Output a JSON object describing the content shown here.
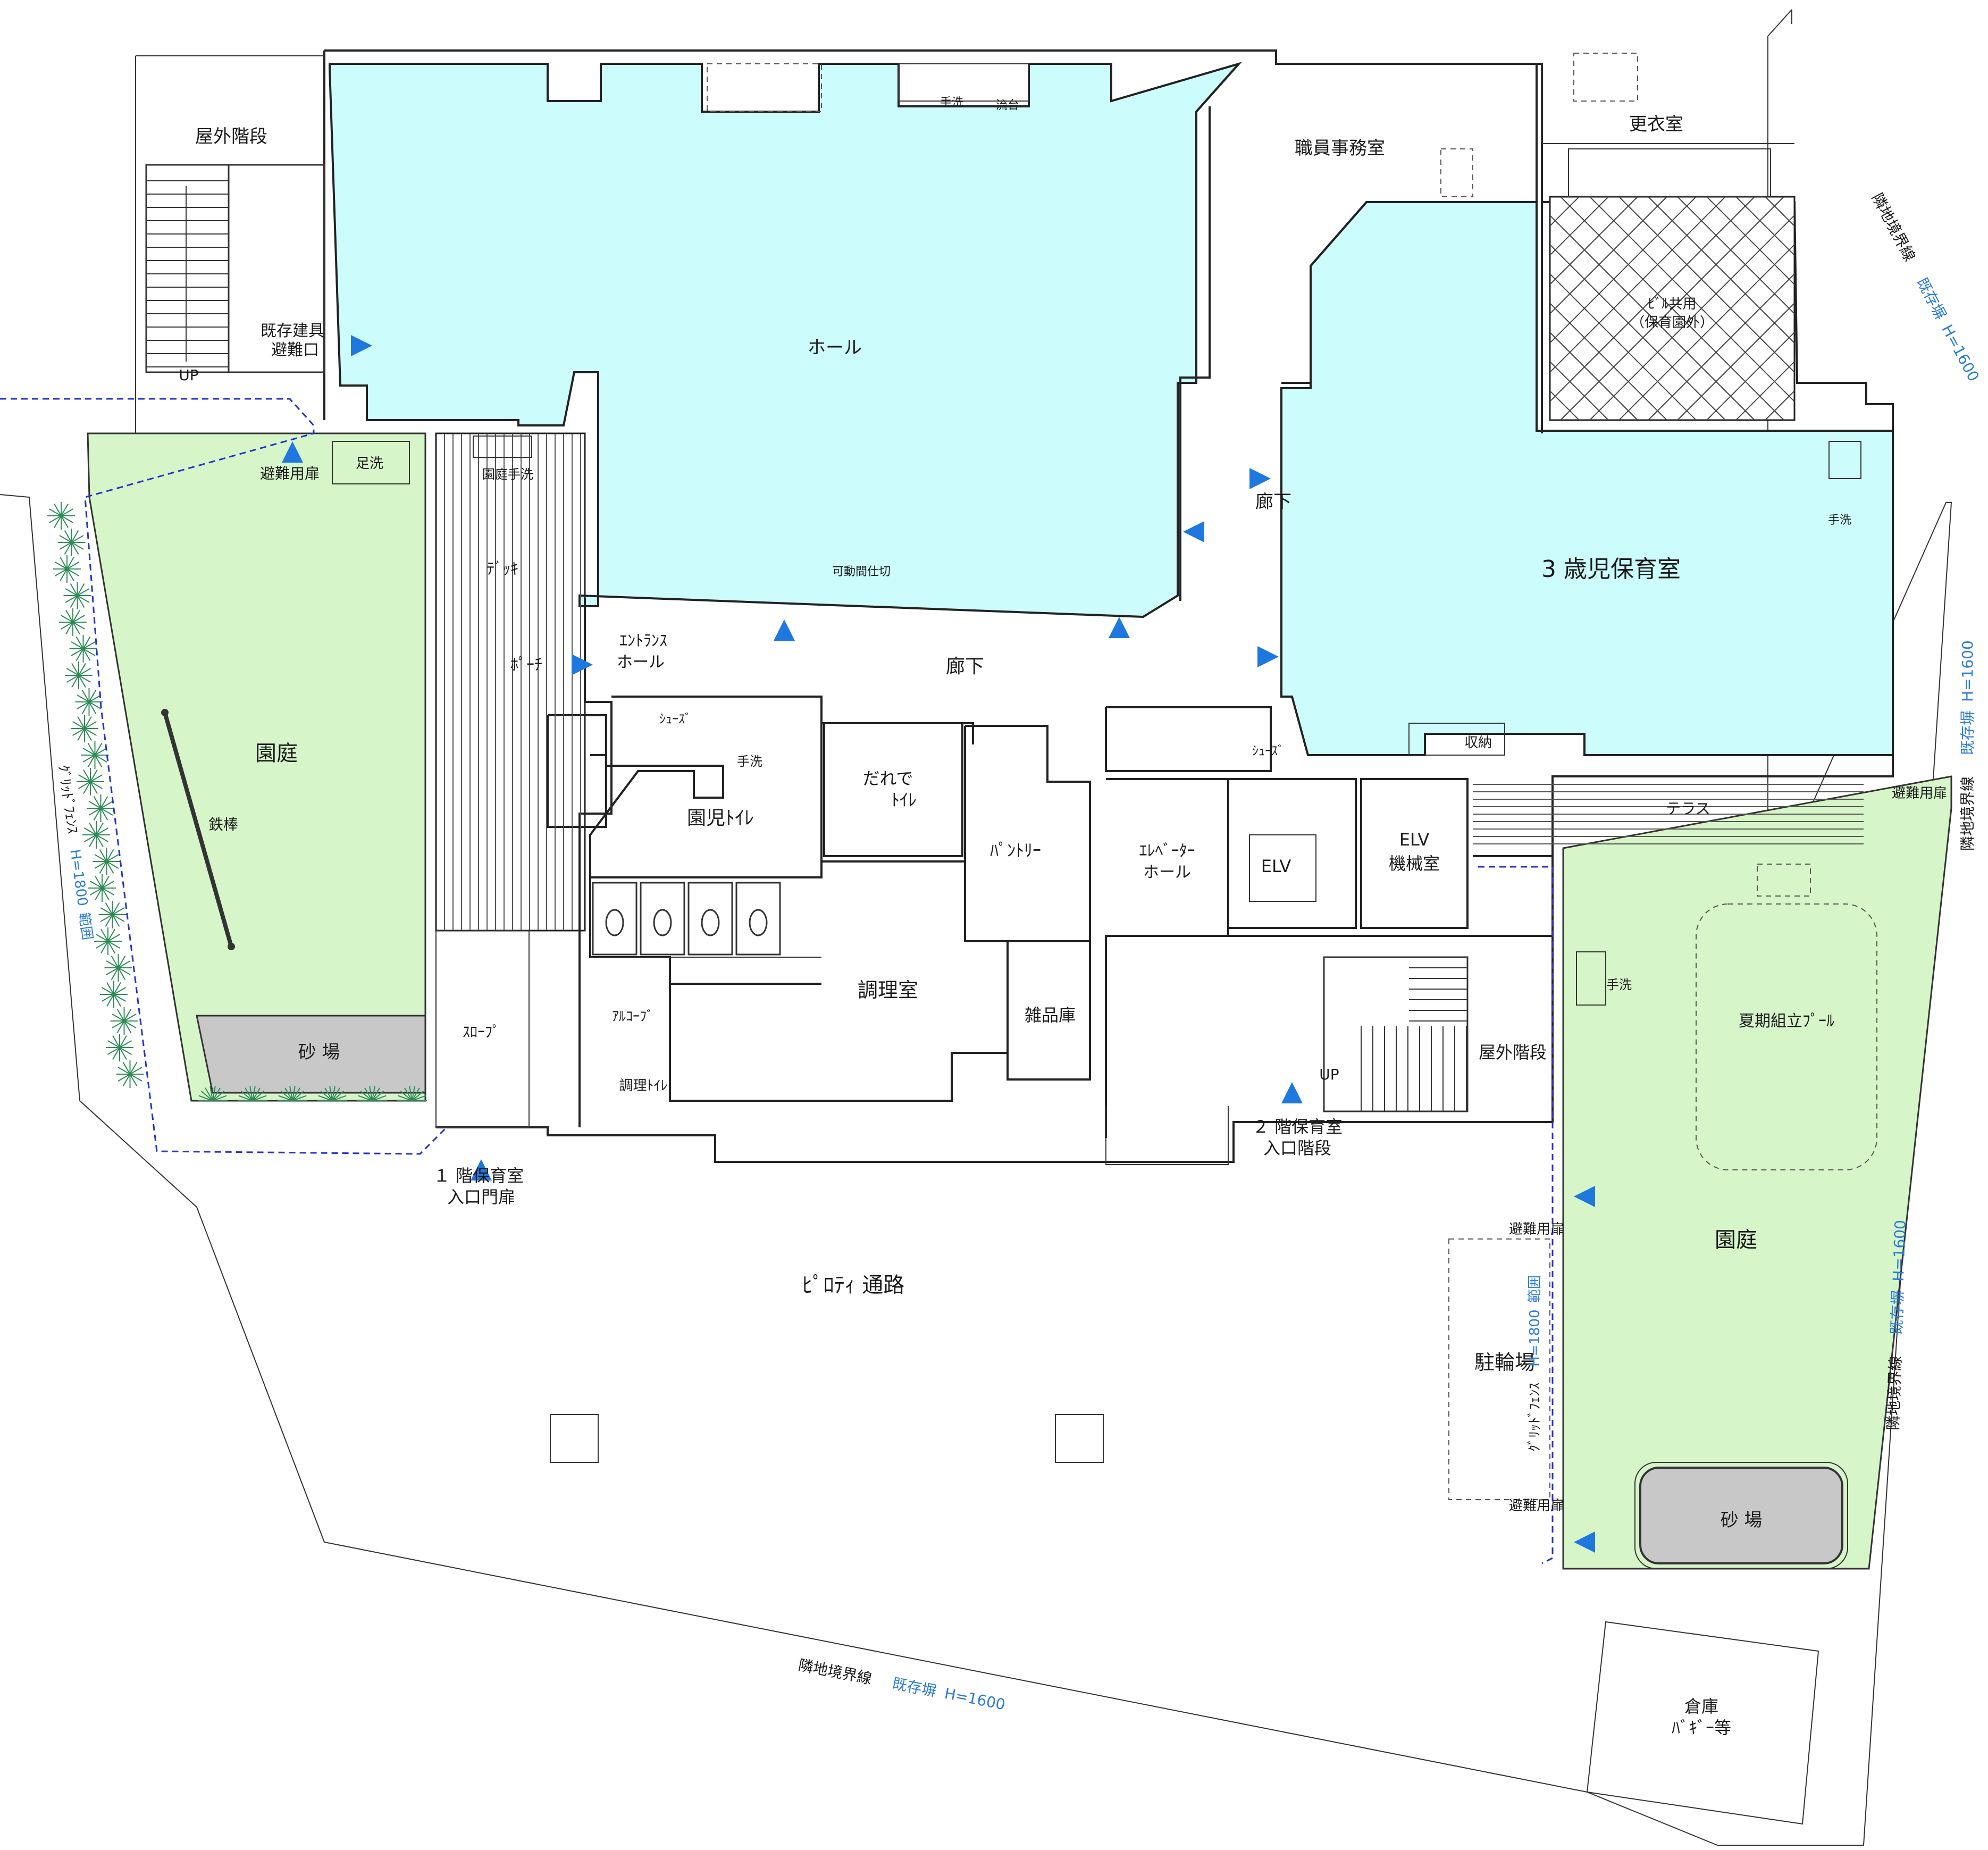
{
  "colors": {
    "room_cyan": "#ccfcfc",
    "garden_green": "#d6f5c8",
    "sand_gray": "#c8c8c8",
    "arrow_blue": "#1f77e0",
    "wall_line": "#222222",
    "boundary_blue": "#2b7bd6"
  },
  "rooms": {
    "hall": "ホール",
    "class3": "3 歳児保育室",
    "staff_office": "職員事務室",
    "locker_room": "更衣室",
    "building_common": "ﾋﾞﾙ共用",
    "building_common_sub": "（保育園外）",
    "corridor_upper": "廊下",
    "corridor_main": "廊下",
    "entrance_hall_1": "ｴﾝﾄﾗﾝｽ",
    "entrance_hall_2": "ホール",
    "kids_toilet": "園児ﾄｲﾚ",
    "universal_toilet_1": "だれで",
    "universal_toilet_2": "ﾄｲﾚ",
    "pantry": "ﾊﾟﾝﾄﾘｰ",
    "kitchen": "調理室",
    "storage_misc": "雑品庫",
    "elevator_hall_1": "ｴﾚﾍﾞｰﾀｰ",
    "elevator_hall_2": "ホール",
    "elv": "ELV",
    "elv_machine_1": "ELV",
    "elv_machine_2": "機械室",
    "outdoor_stair_left": "屋外階段",
    "outdoor_stair_right": "屋外階段",
    "existing_exit_1": "既存建具",
    "existing_exit_2": "避難口",
    "deck": "ﾃﾞｯｷ",
    "porch": "ﾎﾟｰﾁ",
    "slope": "ｽﾛｰﾌﾟ",
    "alcove": "ｱﾙｺｰﾌﾞ",
    "cook_toilet": "調理ﾄｲﾚ",
    "garden_left": "園庭",
    "garden_right": "園庭",
    "iron_bar": "鉄棒",
    "sandbox_left": "砂 場",
    "sandbox_right": "砂 場",
    "summer_pool": "夏期組立ﾌﾟｰﾙ",
    "terrace": "テラス",
    "storage_closet": "収納",
    "shoes_1": "ｼｭｰｽﾞ",
    "shoes_2": "ｼｭｰｽﾞ",
    "bike_parking": "駐輪場",
    "piloti": "ﾋﾟﾛﾃｨ 通路",
    "warehouse_1": "倉庫",
    "warehouse_2": "ﾊﾞｷﾞｰ等",
    "foot_wash": "足洗",
    "garden_handwash": "園庭手洗"
  },
  "labels": {
    "handwash_hall": "手洗",
    "sink_hall": "流台",
    "handwash_toilet": "手洗",
    "handwash_class3": "手洗",
    "handwash_garden": "手洗",
    "movable_partition": "可動間仕切",
    "evac_door_left": "避難用扉",
    "evac_door_right_top": "避難用扉",
    "evac_door_right_mid": "避難用扉",
    "evac_door_right_low": "避難用扉",
    "up_left": "UP",
    "up_right": "UP",
    "entrance_1f_1": "１ 階保育室",
    "entrance_1f_2": "入口門扉",
    "entrance_2f_1": "２ 階保育室",
    "entrance_2f_2": "入口階段"
  },
  "boundaries": {
    "right_upper": "隣地境界線",
    "right_upper_wall": "既存塀",
    "right_upper_h": "H=1600",
    "right_mid": "隣地境界線",
    "right_mid_wall": "既存塀",
    "right_mid_h": "H=1600",
    "right_lower": "隣地境界線",
    "right_lower_wall": "既存塀",
    "right_lower_h": "H=1600",
    "bottom": "隣地境界線",
    "bottom_wall": "既存塀",
    "bottom_h": "H=1600",
    "fence_left_1": "ｸﾞﾘｯﾄﾞﾌｪﾝｽ",
    "fence_left_2": "H=1800",
    "fence_left_3": "範囲",
    "fence_right_1": "ｸﾞﾘｯﾄﾞﾌｪﾝｽ",
    "fence_right_2": "H=1800",
    "fence_right_3": "範囲"
  }
}
